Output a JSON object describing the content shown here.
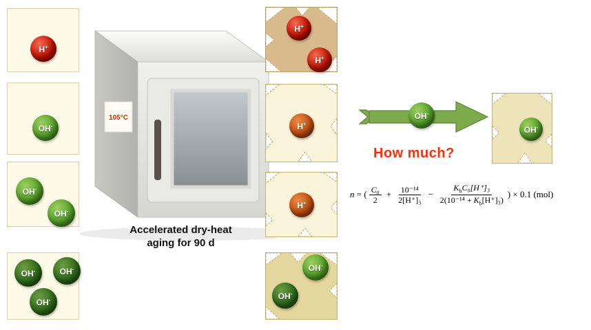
{
  "figure": {
    "colors": {
      "question_color": "#ff2e08",
      "arrow_green": "#7dab4c",
      "ion_red": "#c41200",
      "ion_orange": "#c2500f",
      "ion_green": "#55a028",
      "ion_dark_green": "#2f6b1a"
    },
    "initial_boxes": [
      {
        "ions": [
          {
            "label": "H",
            "charge": "+"
          }
        ]
      },
      {
        "ions": [
          {
            "label": "OH",
            "charge": "-"
          }
        ]
      },
      {
        "ions": [
          {
            "label": "OH",
            "charge": "-"
          },
          {
            "label": "OH",
            "charge": "-"
          }
        ]
      },
      {
        "ions": [
          {
            "label": "OH",
            "charge": "-"
          },
          {
            "label": "OH",
            "charge": "-"
          },
          {
            "label": "OH",
            "charge": "-"
          }
        ]
      }
    ],
    "oven": {
      "temperature": "105°C",
      "caption_line1": "Accelerated dry-heat",
      "caption_line2": "aging for 90 d"
    },
    "aged_boxes": [
      {
        "ions": [
          {
            "label": "H",
            "charge": "+"
          },
          {
            "label": "H",
            "charge": "+"
          }
        ]
      },
      {
        "ions": [
          {
            "label": "H",
            "charge": "+"
          }
        ]
      },
      {
        "ions": [
          {
            "label": "H",
            "charge": "+"
          }
        ]
      },
      {
        "ions": [
          {
            "label": "OH",
            "charge": "-"
          },
          {
            "label": "OH",
            "charge": "-"
          }
        ]
      }
    ],
    "release": {
      "ion": {
        "label": "OH",
        "charge": "-"
      },
      "question": "How much?"
    },
    "result_box": {
      "ion": {
        "label": "OH",
        "charge": "-"
      }
    },
    "formula": {
      "lhs_var": "n",
      "lhs_rest": " = (",
      "frac1": {
        "num": "C₀",
        "den": "2"
      },
      "op_plus": "+",
      "frac2": {
        "num": "10⁻¹⁴",
        "den": "2[H⁺]₃"
      },
      "op_minus": "−",
      "frac3": {
        "num_k": "K",
        "num_k_sub": "b",
        "num_rest": "C₀[H⁺]₃",
        "den_a": "2(10⁻¹⁴ + ",
        "den_k": "K",
        "den_k_sub": "b",
        "den_c": "[H⁺]₃)"
      },
      "tail": ") × 0.1 (mol)"
    }
  }
}
